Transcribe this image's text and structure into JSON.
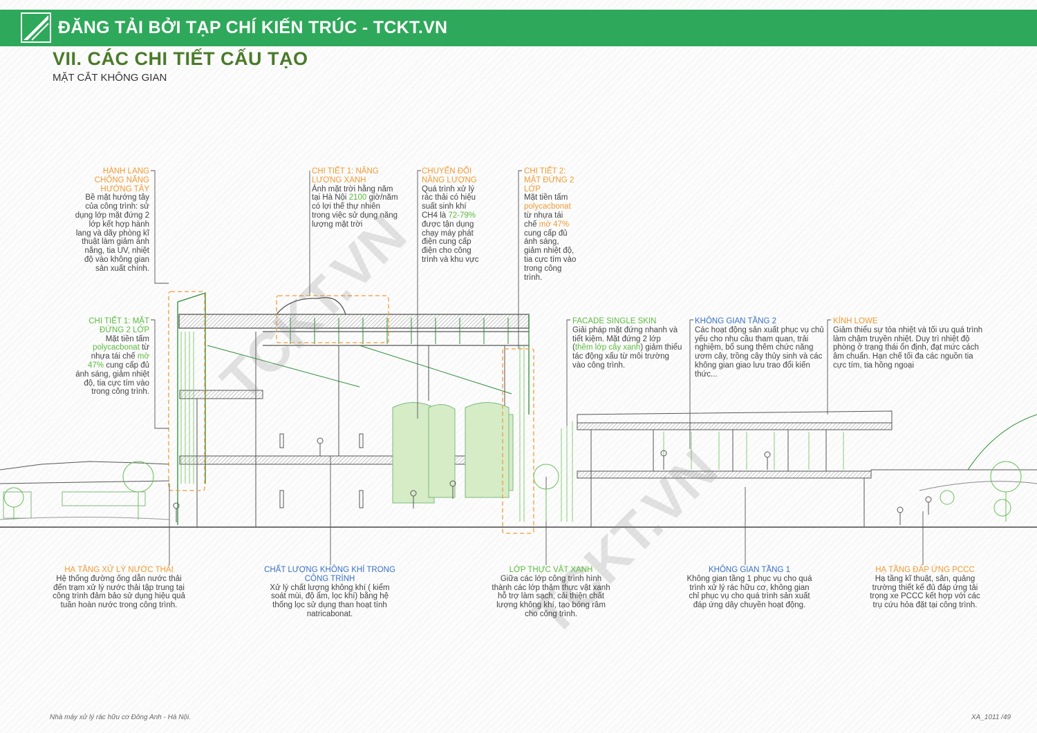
{
  "banner": {
    "text": "ĐĂNG TẢI BỞI TẠP CHÍ KIẾN TRÚC - TCKT.VN"
  },
  "header": {
    "title": "VII. CÁC CHI TIẾT CẤU TẠO",
    "subtitle": "MẶT CẮT KHÔNG GIAN"
  },
  "notes": {
    "hanh_lang": {
      "heading": "HÀNH LANG CHỐNG NẮNG HƯỚNG TÂY",
      "body": "Bề mặt hướng tây của công trình: sử dụng lớp mặt đứng 2 lớp kết hợp hành lang và dãy phòng kĩ thuật làm giảm ánh nắng, tia UV, nhiệt độ vào không gian sản xuất chính."
    },
    "chi_tiet_mat_dung_left": {
      "heading": "CHI TIẾT 1: MẶT ĐỨNG 2 LỚP",
      "pre": "Mặt tiền tấm ",
      "h1": "polycacbonat",
      "mid1": " từ nhựa tái chế ",
      "h2": "mờ 47%",
      "post": " cung cấp đủ ánh sáng, giảm nhiệt độ, tia cực tím vào trong công trình."
    },
    "nang_luong_xanh": {
      "heading": "CHI TIẾT 1: NĂNG LƯỢNG XANH",
      "pre": "Ánh mặt trời hằng năm tại Hà Nội ",
      "h1": "2100",
      "post": " giờ/năm có lợi thế thự nhiên trong việc sử dụng năng lượng mặt trời"
    },
    "chuyen_doi": {
      "heading": "CHUYỂN ĐỔI NĂNG LƯỢNG",
      "pre": "Quá trình xử lý rác thải có hiệu suất sinh khí CH4 là ",
      "h1": "72-79%",
      "post": " được tận dụng chạy máy phát điện cung cấp điện cho công trình và khu vực"
    },
    "chi_tiet_2": {
      "heading": "CHI TIẾT 2: MẶT ĐỨNG 2 LỚP",
      "pre": "Mặt tiền tấm ",
      "h1": "polycacbonat",
      "mid1": " từ nhựa tái chế ",
      "h2": "mờ 47%",
      "post": " cung cấp đủ ánh sáng, giảm nhiệt độ, tia cực tím vào trong công trình."
    },
    "facade": {
      "heading": "FACADE SINGLE SKIN",
      "pre": "Giải pháp mặt đứng nhanh và tiết kiệm. Mặt đứng 2 lớp (",
      "h1": "thêm lớp cây xanh",
      "post": ") giảm thiểu tác động xấu từ môi trường vào công trình."
    },
    "tang2": {
      "heading": "KHÔNG GIAN TẦNG 2",
      "body": "Các hoạt động sản xuất phục vụ chủ yếu cho nhu cầu tham quan, trải nghiệm, bổ sung thêm chức năng ươm cây, trồng cây thủy sinh và các không gian giao lưu trao đổi kiến thức..."
    },
    "kinh_lowe": {
      "heading": "KÍNH LOWE",
      "body": "Giảm thiểu sự tỏa nhiệt và tối ưu quá trình làm chậm truyền nhiệt. Duy trì nhiệt độ phòng ở trạng thái ổn định, đạt mức cách âm chuẩn. Hạn chế tối đa các nguồn tia cực tím, tia hồng ngoại"
    },
    "nuoc_thai": {
      "heading": "HẠ TẦNG XỬ LÝ NƯỚC THẢI",
      "body": "Hệ thống đường ống dẫn nước thải đến trạm xử lý nước thải tập trung tại công trình đảm bảo sử dụng hiệu quả tuần hoàn nước trong công trình."
    },
    "khong_khi": {
      "heading": "CHẤT LƯỢNG KHÔNG KHÍ TRONG CÔNG TRÌNH",
      "body": "Xử lý chất lượng không khí ( kiểm soát mùi, độ ẩm, lọc khí) bằng hệ thống lọc sử dụng than hoạt tính natricabonat."
    },
    "thuc_vat": {
      "heading": "LỚP THỰC VẬT XANH",
      "body": "Giữa các lớp công trình hình thành các lớp thảm thực vật xanh hỗ trợ làm sạch, cải thiện chất lượng không khí, tạo bóng râm cho công trình."
    },
    "tang1": {
      "heading": "KHÔNG GIAN TẦNG 1",
      "body": "Không gian tầng 1 phục vụ cho quá trình xử lý rác hữu cơ, không gian chỉ phục vụ cho quá trình sản xuất đáp ứng dây chuyền hoạt động."
    },
    "pccc": {
      "heading": "HẠ TẦNG ĐÁP ỨNG PCCC",
      "body": "Hạ tầng kĩ thuật, sân, quảng trường thiết kế đủ đáp ứng tải trọng xe PCCC kết hợp với các trụ cứu hỏa đặt tại công trình."
    }
  },
  "watermark": "TCKT.VN",
  "footer": {
    "left": "Nhà máy xử lý rác hữu cơ Đông Anh - Hà Nội.",
    "right": "XA_1011 /49"
  },
  "colors": {
    "banner": "#2ea85a",
    "title": "#4a7a2a",
    "orange": "#f29a36",
    "green": "#5dbb3f",
    "blue": "#3b6fc4",
    "line": "#2e8b3a"
  }
}
